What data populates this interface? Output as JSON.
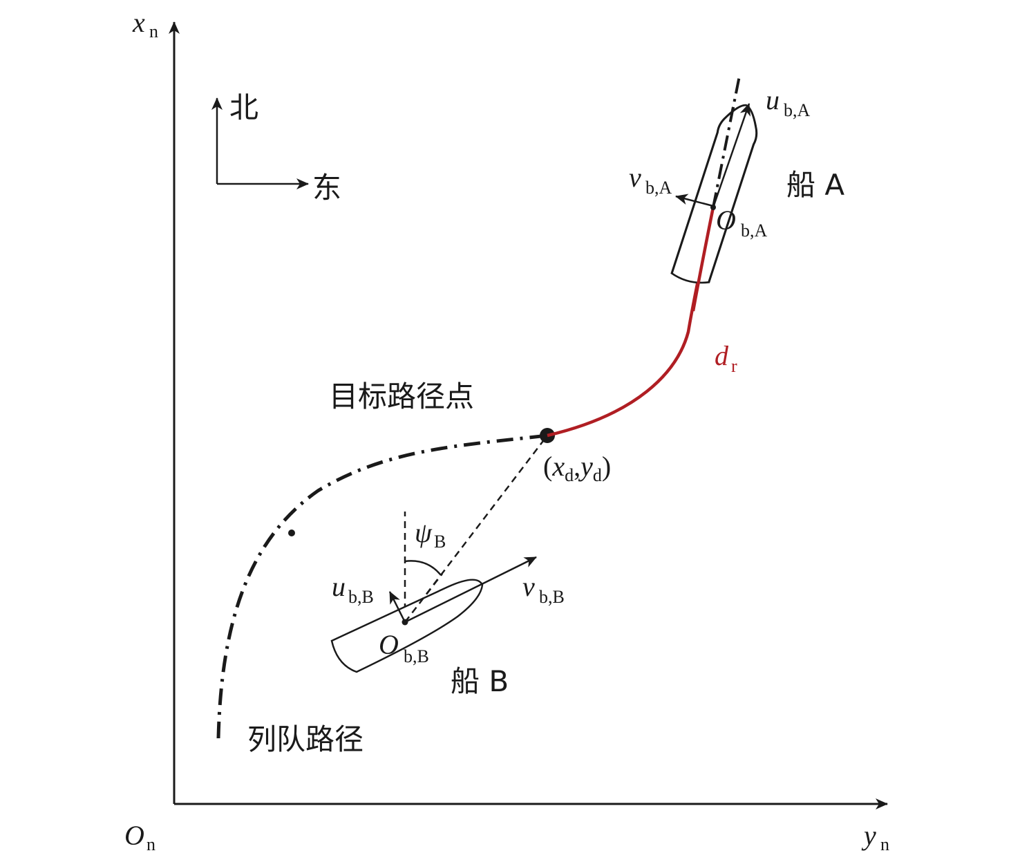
{
  "axes": {
    "x_label": "x",
    "x_sub": "n",
    "y_label": "y",
    "y_sub": "n",
    "origin_label": "O",
    "origin_sub": "n"
  },
  "compass": {
    "north": "北",
    "east": "东"
  },
  "ship_a": {
    "name": "船 A",
    "u_label": "u",
    "u_sub": "b,A",
    "v_label": "v",
    "v_sub": "b,A",
    "o_label": "O",
    "o_sub": "b,A"
  },
  "ship_b": {
    "name": "船 B",
    "u_label": "u",
    "u_sub": "b,B",
    "v_label": "v",
    "v_sub": "b,B",
    "o_label": "O",
    "o_sub": "b,B",
    "psi_label": "ψ",
    "psi_sub": "B"
  },
  "target_point": {
    "label": "目标路径点",
    "coord_open": "(",
    "x": "x",
    "x_sub": "d",
    "comma": ",",
    "y": "y",
    "y_sub": "d",
    "coord_close": ")"
  },
  "distance": {
    "label": "d",
    "sub": "r",
    "color": "#b01e23"
  },
  "formation_path": {
    "label": "列队路径"
  }
}
